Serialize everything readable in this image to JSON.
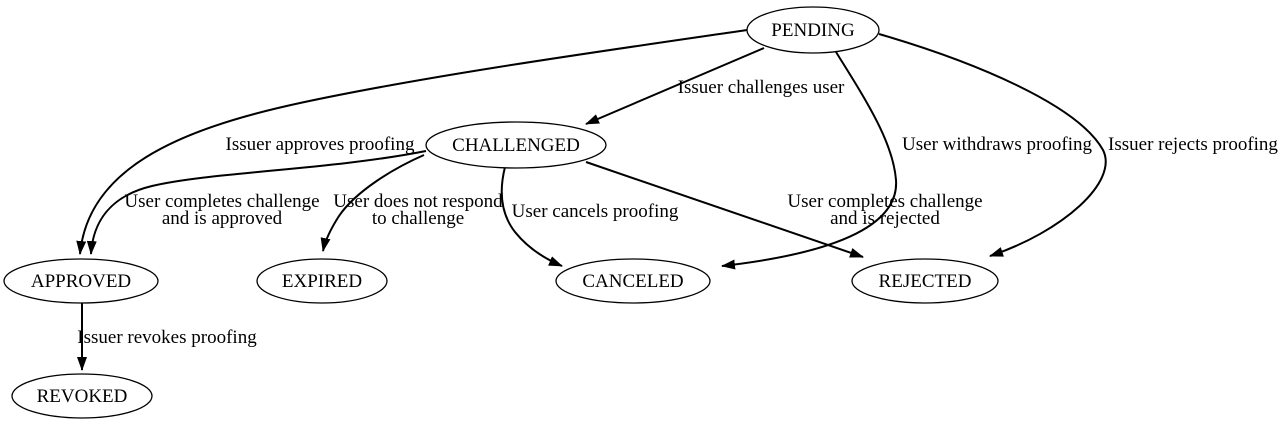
{
  "colors": {
    "background": "#ffffff",
    "node_fill": "#ffffff",
    "stroke": "#000000",
    "text": "#000000"
  },
  "nodes": [
    {
      "id": "pending",
      "label": "PENDING"
    },
    {
      "id": "challenged",
      "label": "CHALLENGED"
    },
    {
      "id": "approved",
      "label": "APPROVED"
    },
    {
      "id": "expired",
      "label": "EXPIRED"
    },
    {
      "id": "canceled",
      "label": "CANCELED"
    },
    {
      "id": "rejected",
      "label": "REJECTED"
    },
    {
      "id": "revoked",
      "label": "REVOKED"
    }
  ],
  "edges": [
    {
      "from": "PENDING",
      "to": "CHALLENGED",
      "lines": [
        "Issuer challenges user"
      ]
    },
    {
      "from": "PENDING",
      "to": "APPROVED",
      "lines": [
        "Issuer approves proofing"
      ]
    },
    {
      "from": "CHALLENGED",
      "to": "APPROVED",
      "lines": [
        "User completes challenge",
        "and is approved"
      ]
    },
    {
      "from": "CHALLENGED",
      "to": "EXPIRED",
      "lines": [
        "User does not respond",
        "to challenge"
      ]
    },
    {
      "from": "CHALLENGED",
      "to": "CANCELED",
      "lines": [
        "User cancels proofing"
      ]
    },
    {
      "from": "CHALLENGED",
      "to": "REJECTED",
      "lines": [
        "User completes challenge",
        "and is rejected"
      ]
    },
    {
      "from": "PENDING",
      "to": "CANCELED",
      "lines": [
        "User withdraws proofing"
      ]
    },
    {
      "from": "PENDING",
      "to": "REJECTED",
      "lines": [
        "Issuer rejects proofing"
      ]
    },
    {
      "from": "APPROVED",
      "to": "REVOKED",
      "lines": [
        "Issuer revokes proofing"
      ]
    }
  ]
}
